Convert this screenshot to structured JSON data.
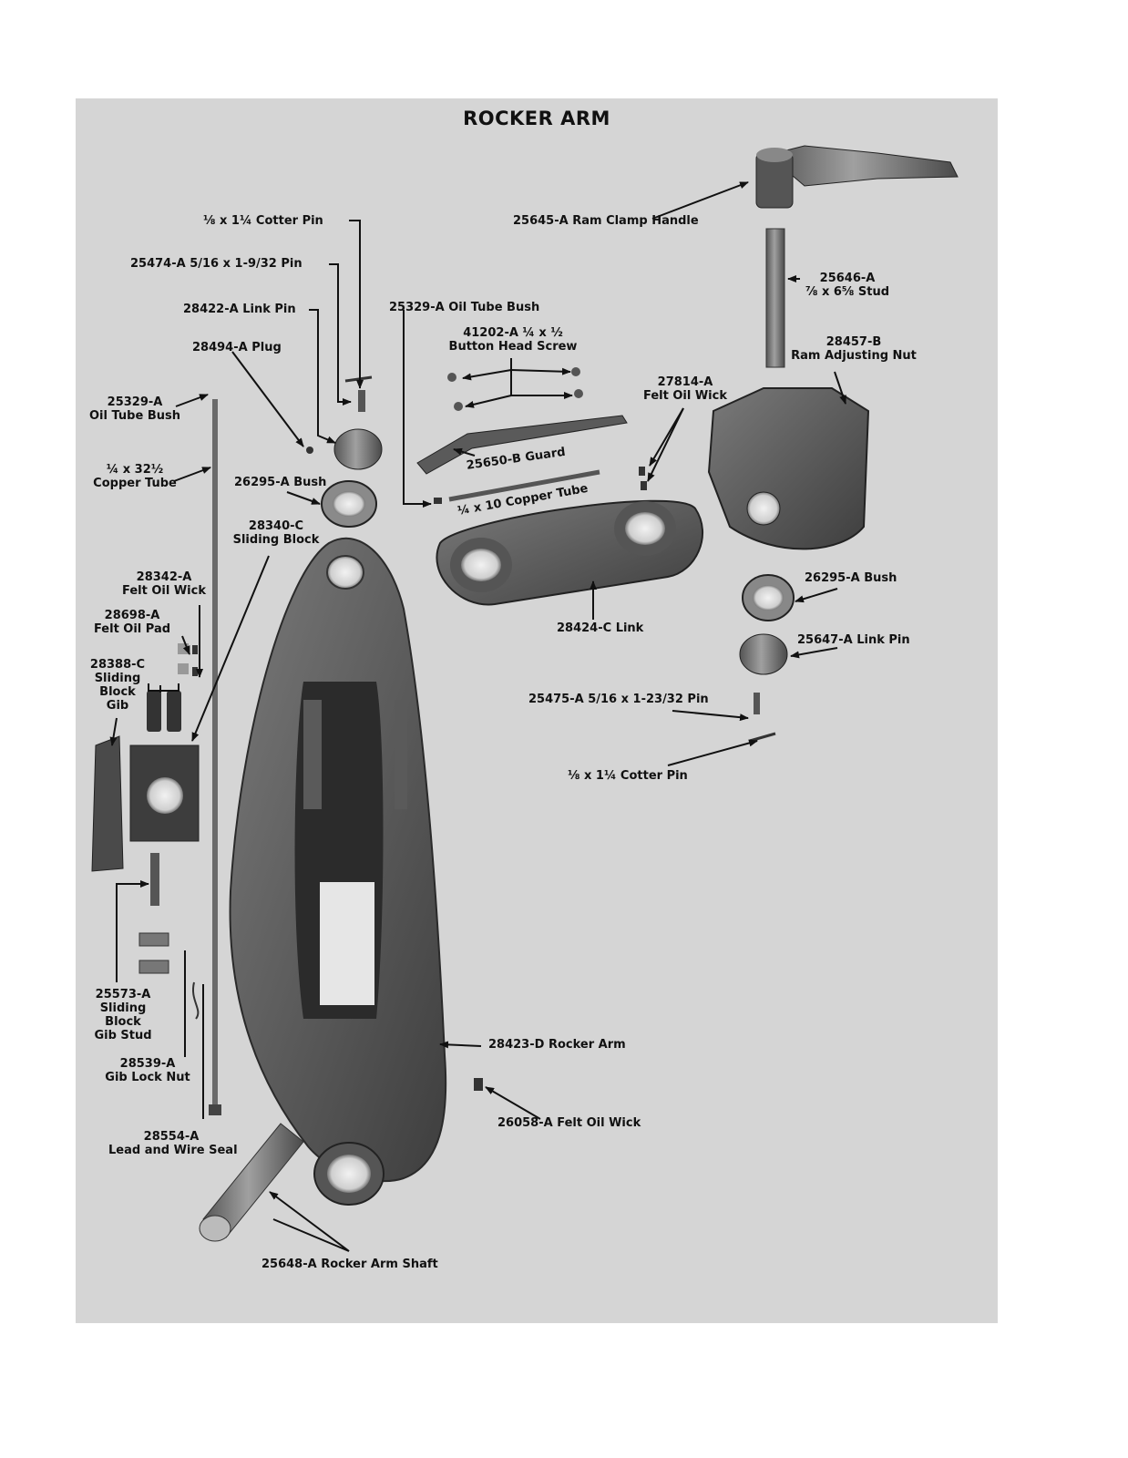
{
  "title": "ROCKER ARM",
  "colors": {
    "plate": "#d5d5d5",
    "part_dark": "#3a3a3a",
    "part_mid": "#6e6e6e",
    "part_light": "#a8a8a8",
    "ink": "#111111"
  },
  "labels": {
    "cotter_pin_top": [
      "⅛ x 1¼ Cotter Pin"
    ],
    "pin_25474": [
      "25474-A 5/16 x 1-9/32 Pin"
    ],
    "link_pin_28422": [
      "28422-A Link Pin"
    ],
    "plug_28494": [
      "28494-A Plug"
    ],
    "oil_tube_bush_left": [
      "25329-A",
      "Oil Tube Bush"
    ],
    "copper_tube_long": [
      "¼ x 32½",
      "Copper Tube"
    ],
    "bush_26295_left": [
      "26295-A Bush"
    ],
    "sliding_block": [
      "28340-C",
      "Sliding Block"
    ],
    "felt_oil_wick_28342": [
      "28342-A",
      "Felt Oil Wick"
    ],
    "felt_oil_pad": [
      "28698-A",
      "Felt Oil Pad"
    ],
    "sliding_block_gib": [
      "28388-C",
      "Sliding",
      "Block",
      "Gib"
    ],
    "gib_stud": [
      "25573-A",
      "Sliding",
      "Block",
      "Gib Stud"
    ],
    "gib_lock_nut": [
      "28539-A",
      "Gib Lock Nut"
    ],
    "lead_wire_seal": [
      "28554-A",
      "Lead and Wire Seal"
    ],
    "rocker_arm_shaft": [
      "25648-A Rocker Arm Shaft"
    ],
    "oil_tube_bush_mid": [
      "25329-A Oil Tube Bush"
    ],
    "button_head_screw": [
      "41202-A ¼ x ½",
      "Button Head Screw"
    ],
    "guard": [
      "25650-B Guard"
    ],
    "copper_tube_short": [
      "¼ x 10 Copper Tube"
    ],
    "felt_oil_wick_27814": [
      "27814-A",
      "Felt Oil Wick"
    ],
    "link_28424": [
      "28424-C Link"
    ],
    "rocker_arm_28423": [
      "28423-D Rocker Arm"
    ],
    "felt_oil_wick_26058": [
      "26058-A Felt Oil Wick"
    ],
    "ram_clamp_handle": [
      "25645-A Ram Clamp Handle"
    ],
    "stud_25646": [
      "25646-A",
      "⅞ x 6⅝ Stud"
    ],
    "ram_adjusting_nut": [
      "28457-B",
      "Ram Adjusting Nut"
    ],
    "bush_26295_right": [
      "26295-A Bush"
    ],
    "link_pin_25647": [
      "25647-A Link Pin"
    ],
    "pin_25475": [
      "25475-A 5/16 x 1-23/32 Pin"
    ],
    "cotter_pin_bottom": [
      "⅛ x 1¼ Cotter Pin"
    ]
  }
}
